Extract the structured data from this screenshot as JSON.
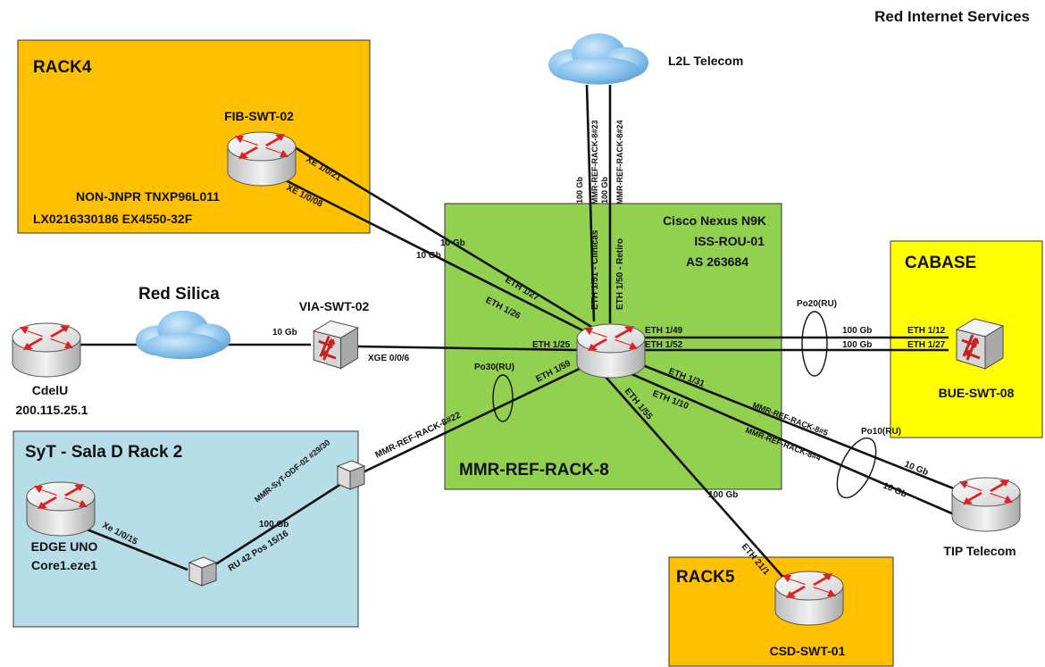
{
  "title": "Red Internet Services",
  "colors": {
    "orange": "#ffc000",
    "green": "#92d050",
    "yellow": "#ffff00",
    "lightblue": "#b7dde8",
    "router_red": "#e02020",
    "cloud": "#7ab8e8"
  },
  "zones": {
    "rack4": "RACK4",
    "cabase": "CABASE",
    "syt": "SyT - Sala D Rack 2",
    "rack5": "RACK5",
    "core": "MMR-REF-RACK-8"
  },
  "nodes": {
    "fib_swt": {
      "name": "FIB-SWT-02",
      "line1": "NON-JNPR TNXP96L011",
      "line2": "LX0216330186 EX4550-32F"
    },
    "core": {
      "line1": "Cisco Nexus N9K",
      "line2": "ISS-ROU-01",
      "line3": "AS 263684"
    },
    "via_swt": {
      "name": "VIA-SWT-02"
    },
    "cdelu": {
      "name": "CdelU",
      "ip": "200.115.25.1"
    },
    "bue_swt": {
      "name": "BUE-SWT-08"
    },
    "edge": {
      "name": "EDGE UNO",
      "sub": "Core1.eze1"
    },
    "tip": {
      "name": "TIP Telecom"
    },
    "csd": {
      "name": "CSD-SWT-01"
    },
    "l2l": {
      "name": "L2L Telecom"
    },
    "red_silica": {
      "name": "Red Silica"
    }
  },
  "labels": {
    "xe_1_0_21": "XE 1/0/21",
    "xe_1_0_08": "XE 1/0/08",
    "fib_speed_a": "10 Gb",
    "fib_speed_b": "10 Gb",
    "eth_1_27": "ETH 1/27",
    "eth_1_26": "ETH 1/26",
    "l2l_speed_a": "100 Gb",
    "l2l_link_a": "MMR-REF-RACK-8#23",
    "l2l_speed_b": "100 Gb",
    "l2l_link_b": "MMR-REF-RACK-8#24",
    "eth_1_51": "ETH 1/51 - Clinicas",
    "eth_1_50": "ETH 1/50 - Retiro",
    "eth_1_49": "ETH 1/49",
    "eth_1_52": "ETH 1/52",
    "po20": "Po20(RU)",
    "bue_speed_a": "100 Gb",
    "bue_speed_b": "100 Gb",
    "eth_1_12": "ETH 1/12",
    "eth_1_27b": "ETH 1/27",
    "via_speed": "10 Gb",
    "xge": "XGE 0/0/6",
    "eth_1_25": "ETH 1/25",
    "po30": "Po30(RU)",
    "eth_1_59": "ETH 1/59",
    "link_22": "MMR-REF-RACK-8#22",
    "odf": "MMR-SyT-ODF-02 #29/30",
    "syt_speed": "100 Gb",
    "ru42": "RU 42 Pos 15/16",
    "xe_1_0_15": "Xe 1/0/15",
    "eth_1_31": "ETH 1/31",
    "eth_1_10": "ETH 1/10",
    "link_5": "MMR-REF-RACK-8#5",
    "link_4": "MMR-REF-RACK-8#4",
    "po10": "Po10(RU)",
    "tip_speed_a": "10 Gb",
    "tip_speed_b": "10 Gb",
    "eth_1_55": "ETH 1/55",
    "csd_speed": "100 Gb",
    "eth_21_1": "ETH 21/1"
  }
}
